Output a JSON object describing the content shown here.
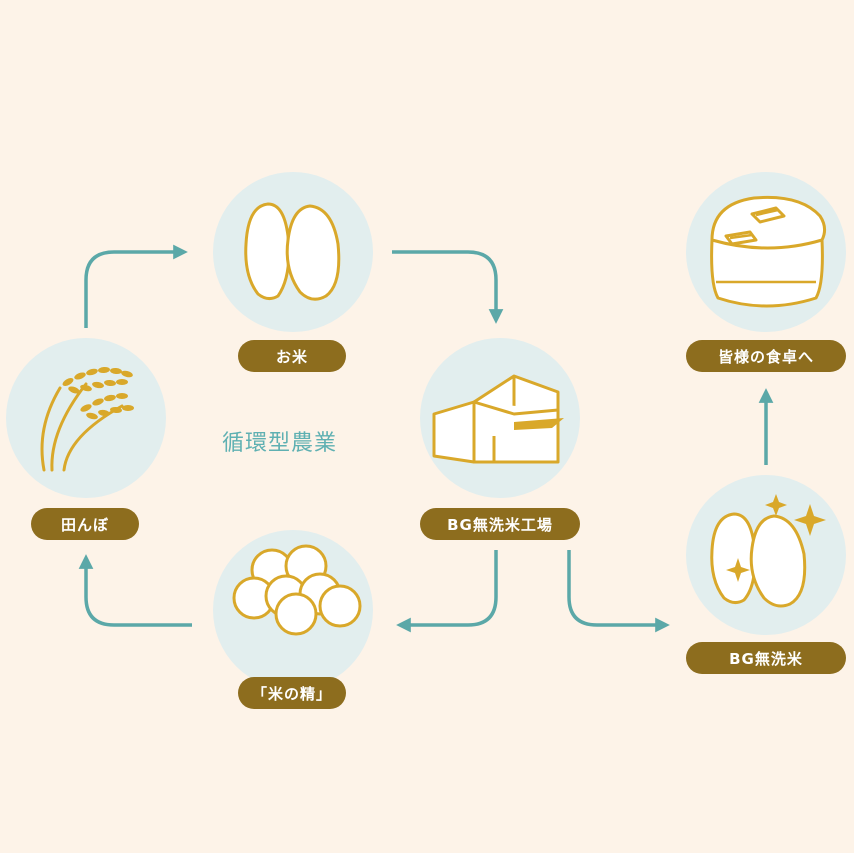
{
  "center_label": "循環型農業",
  "nodes": {
    "rice_field": {
      "label": "田んぼ",
      "icon": "rice-plant-icon"
    },
    "rice": {
      "label": "お米",
      "icon": "rice-grains-icon"
    },
    "factory": {
      "label": "BG無洗米工場",
      "icon": "factory-icon"
    },
    "rice_essence": {
      "label": "「米の精」",
      "icon": "pellets-icon"
    },
    "bg_rice": {
      "label": "BG無洗米",
      "icon": "sparkling-rice-icon"
    },
    "table": {
      "label": "皆様の食卓へ",
      "icon": "rice-cooker-icon"
    }
  },
  "colors": {
    "background": "#fdf3e8",
    "circle": "#e2eeee",
    "label_bg": "#8d6d1e",
    "arrow": "#5ba8a8",
    "icon_stroke": "#d9a82a",
    "icon_fill": "#ffffff"
  }
}
